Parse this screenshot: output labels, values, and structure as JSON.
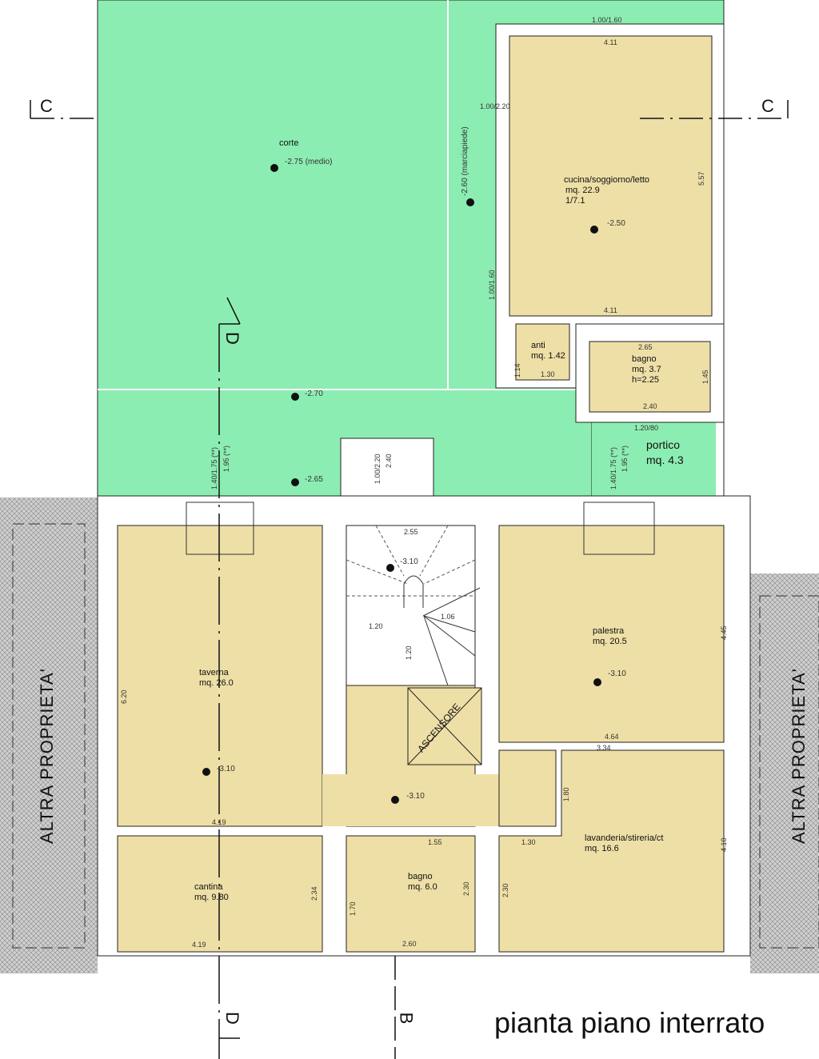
{
  "title": "pianta piano interrato",
  "colors": {
    "garden": "#8cedb2",
    "room": "#eedfa6",
    "hatch": "#c8c8c8",
    "wall": "#ffffff"
  },
  "neighbors": {
    "left": "ALTRA PROPRIETA'",
    "right": "ALTRA PROPRIETA'"
  },
  "section_marks": {
    "c_left": "C",
    "c_right": "C",
    "d_top": "D",
    "d_bottom": "D",
    "b_bottom": "B"
  },
  "outdoor": {
    "corte": {
      "name": "corte",
      "level": "-2.75 (medio)"
    },
    "marciapiede": "-2.60 (marciapiede)",
    "level_270": "-2.70",
    "level_265": "-2.65",
    "portico": {
      "name": "portico",
      "area": "mq. 4.3"
    }
  },
  "rooms": {
    "cucina": {
      "name": "cucina/soggiorno/letto",
      "area": "mq. 22.9",
      "ratio": "1/7.1",
      "level": "-2.50",
      "dim_top": "4.11",
      "dim_bottom": "4.11",
      "dim_side": "5.57"
    },
    "anti": {
      "name": "anti",
      "area": "mq. 1.42",
      "dim_w": "1.30",
      "dim_h": "1.14"
    },
    "bagno_top": {
      "name": "bagno",
      "area": "mq. 3.7",
      "height": "h=2.25",
      "dim_top": "2.65",
      "dim_bottom": "2.40",
      "dim_side": "1.45"
    },
    "taverna": {
      "name": "taverna",
      "area": "mq. 26.0",
      "level": "-3.10",
      "dim_w": "4.19",
      "dim_h": "6.20"
    },
    "cantina": {
      "name": "cantina",
      "area": "mq. 9.80",
      "dim_w": "4.19",
      "dim_h": "2.34"
    },
    "scala": {
      "level": "-3.10",
      "dim_top": "2.55",
      "dim_a": "1.20",
      "dim_b": "1.20",
      "dim_c": "1.06"
    },
    "ascensore": {
      "name": "ASCENSORE"
    },
    "disimpegno": {
      "level": "-3.10"
    },
    "bagno": {
      "name": "bagno",
      "area": "mq. 6.0",
      "dim_w": "2.60",
      "dim_top": "1.55",
      "dim_h": "2.30",
      "dim_left": "1.70"
    },
    "palestra": {
      "name": "palestra",
      "area": "mq. 20.5",
      "level": "-3.10",
      "dim_w": "4.64",
      "dim_h": "4.45"
    },
    "lavanderia": {
      "name": "lavanderia/stireria/ct",
      "area": "mq. 16.6",
      "dim_top": "3.34",
      "dim_door": "1.30",
      "dim_h": "4.10",
      "dim_hall": "1.80",
      "dim_left": "2.30"
    }
  },
  "openings": {
    "w_top": "1.00/1.60",
    "w_left1": "1.00/2.20",
    "w_left2": "1.00/1.60",
    "w_bagno": "1.20/80",
    "door_left_a": "1.40/1.75 (**)",
    "door_left_b": "1.95 (**)",
    "door_stair_a": "1.00/2.20",
    "door_stair_b": "2.40",
    "door_right_a": "1.40/1.75 (**)",
    "door_right_b": "1.95 (**)"
  }
}
